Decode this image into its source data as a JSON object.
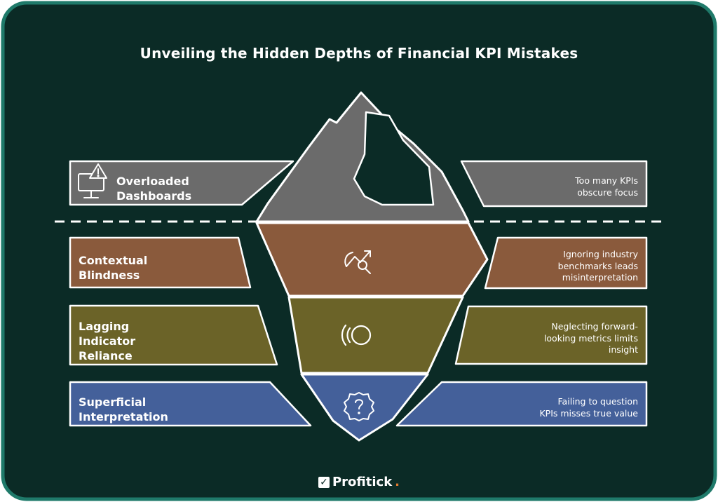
{
  "title": "Unveiling the Hidden Depths of Financial KPI Mistakes",
  "colors": {
    "background": "#0b2b26",
    "frame_border": "#1f7a6a",
    "outline": "#ffffff",
    "tip": "#6b6b6b",
    "layer1": "#8a5a3c",
    "layer2": "#6b6328",
    "layer3": "#44609a"
  },
  "layers": [
    {
      "id": "overloaded",
      "label": "Overloaded\nDashboards",
      "description": "Too many KPIs\nobscure focus",
      "icon": "monitor-warning-icon"
    },
    {
      "id": "contextual",
      "label": "Contextual\nBlindness",
      "description": "Ignoring industry\nbenchmarks leads\nmisinterpretation",
      "icon": "chart-magnifier-icon"
    },
    {
      "id": "lagging",
      "label": "Lagging\nIndicator\nReliance",
      "description": "Neglecting forward-\nlooking metrics limits\ninsight",
      "icon": "radio-wave-icon"
    },
    {
      "id": "superficial",
      "label": "Superficial\nInterpretation",
      "description": "Failing to question\nKPIs misses true value",
      "icon": "question-badge-icon"
    }
  ],
  "brand": {
    "name": "Profitick",
    "dot": "."
  }
}
